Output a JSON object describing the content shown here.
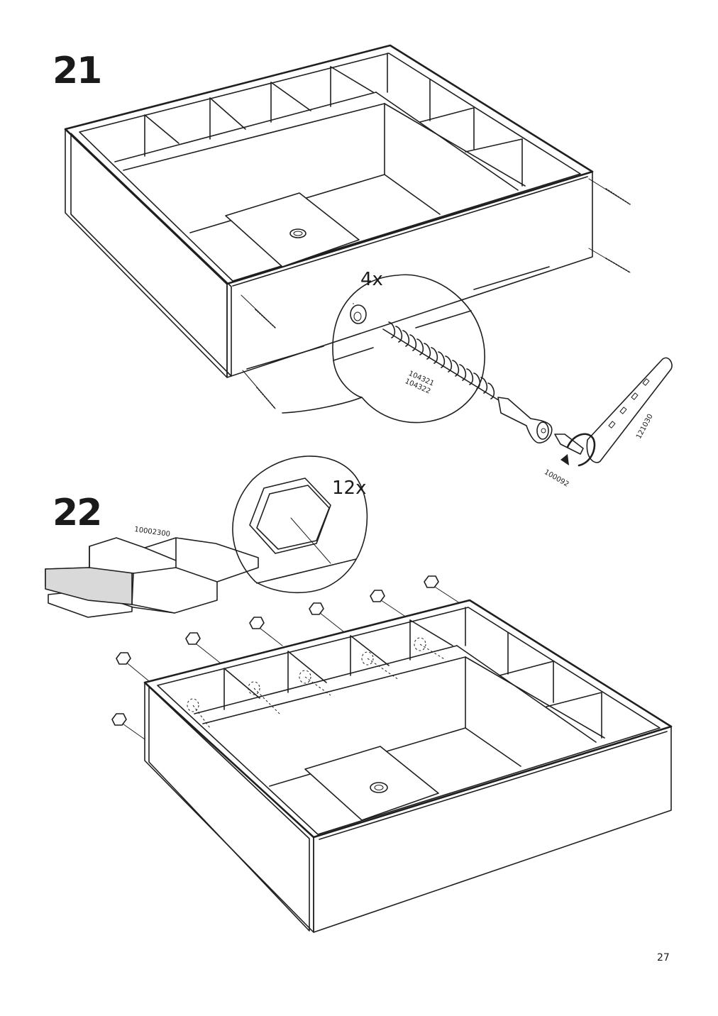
{
  "steps": [
    {
      "number": "21",
      "quantity": "4x",
      "part_codes": [
        "104321",
        "104322"
      ],
      "tool_codes": [
        "121030",
        "100092"
      ]
    },
    {
      "number": "22",
      "quantity": "12x",
      "part_codes": [
        "10002300"
      ]
    }
  ],
  "page_number": "27",
  "icons": [
    "screw-icon",
    "hex-key-icon",
    "hex-screwdriver-bit-icon",
    "rotate-arrow-icon",
    "pad-sheet-icon",
    "felt-pad-icon"
  ]
}
